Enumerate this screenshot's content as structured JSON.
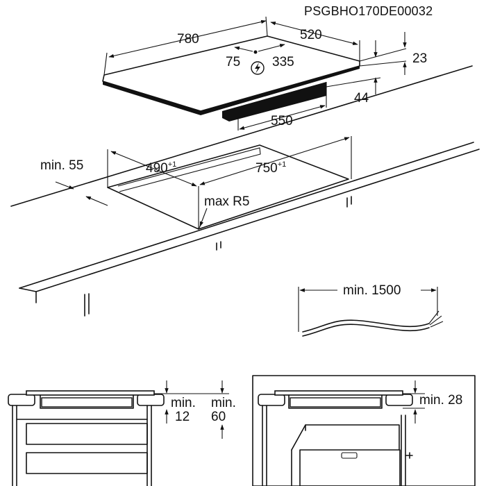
{
  "drawing_code": "PSGBHO170DE00032",
  "hob_dimensions": {
    "width": "780",
    "depth": "520",
    "cable_pos_left": "75",
    "cable_pos_right": "335",
    "glass_thickness": "23",
    "body_height": "44",
    "body_depth": "550"
  },
  "cutout": {
    "front_distance": "min. 55",
    "depth": "490",
    "depth_tolerance": "+1",
    "width": "750",
    "width_tolerance": "+1",
    "corner_radius": "max R5"
  },
  "cable": {
    "min_length": "min. 1500"
  },
  "installation": {
    "gap_min_prefix": "min.",
    "gap_above_drawer": "12",
    "gap_above_board_prefix": "min.",
    "gap_above_board": "60",
    "oven_gap": "min. 28"
  },
  "icons": [
    "electrical-warning-icon"
  ]
}
